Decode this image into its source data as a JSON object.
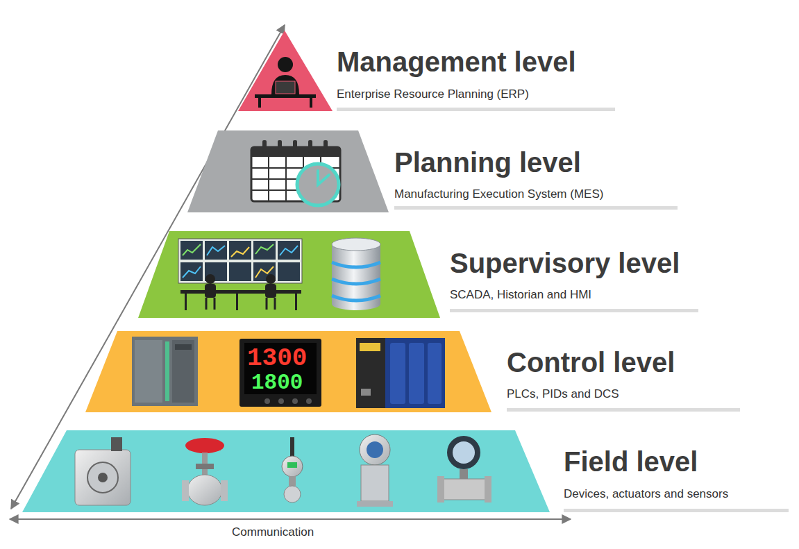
{
  "diagram": {
    "nodes": [
      {
        "text": [
          "Management level",
          "Enterprise Resource Planning (ERP)"
        ]
      },
      {
        "text": [
          "Planning level",
          "Manufacturing Execution System (MES)"
        ]
      },
      {
        "text": [
          "Supervisory level",
          "SCADA, Historian and HMI"
        ]
      },
      {
        "text": [
          "Control level",
          "PLCs, PIDs and DCS"
        ]
      },
      {
        "text": [
          "Field level",
          "Devices, actuators and sensors"
        ]
      }
    ],
    "labels": [
      "1300",
      "1800",
      "Communication"
    ]
  }
}
